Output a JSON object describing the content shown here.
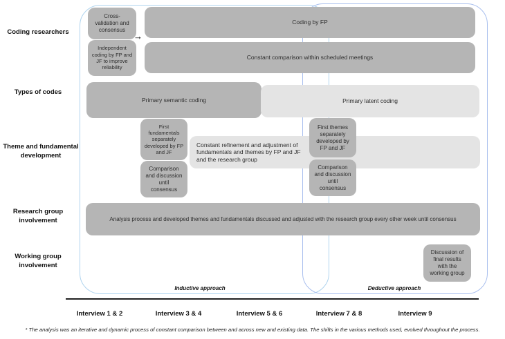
{
  "colors": {
    "box-gray": "#b5b5b5",
    "box-light": "#e4e4e4",
    "inductive-border": "#aed3ee",
    "deductive-border": "#a9bfee",
    "axis": "#1f1f1f"
  },
  "row_labels": {
    "coding": "Coding researchers",
    "types": "Types of codes",
    "theme": "Theme and fundamental\ndevelopment",
    "research": "Research group\ninvolvement",
    "working": "Working group\ninvolvement"
  },
  "boxes": {
    "cross_validation": "Cross-\nvalidation and\nconsensus",
    "independent_coding": "Independent\ncoding by FP and\nJF to improve\nreliability",
    "coding_by_fp": "Coding by FP",
    "constant_comparison": "Constant comparison within scheduled meetings",
    "primary_semantic": "Primary semantic coding",
    "primary_latent": "Primary latent coding",
    "first_fundamentals": "First\nfundamentals\nseparately\ndeveloped by FP\nand JF",
    "comparison_left": "Comparison\nand discussion\nuntil\nconsensus",
    "constant_refinement": "Constant refinement and adjustment of\nfundamentals and themes by FP and JF\nand the research group",
    "first_themes": "First themes\nseparately\ndeveloped by\nFP and JF",
    "comparison_right": "Comparison\nand discussion\nuntil\nconsensus",
    "analysis_process": "Analysis process and developed themes and fundamentals discussed and adjusted with the research group every other week until consensus",
    "final_results": "Discussion of\nfinal results\nwith the\nworking group"
  },
  "arrow_icon": "→",
  "approaches": {
    "inductive": "Inductive approach",
    "deductive": "Deductive approach"
  },
  "timeline": {
    "interviews": [
      "Interview 1 & 2",
      "Interview 3 & 4",
      "Interview 5 & 6",
      "Interview 7 & 8",
      "Interview 9"
    ]
  },
  "footnote": "* The analysis was an iterative and dynamic process of constant comparison between and across new and existing data. The shifts in the various methods used, evolved throughout the process."
}
